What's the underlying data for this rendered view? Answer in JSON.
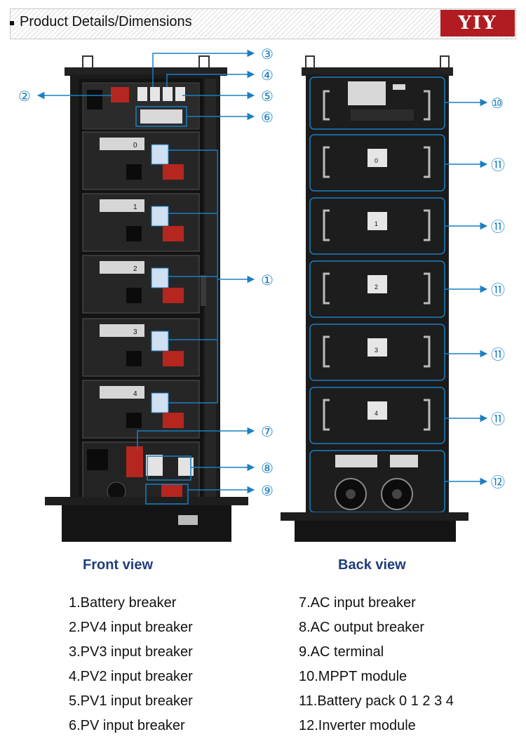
{
  "header": {
    "title": "Product Details/Dimensions",
    "logo_text": "YIY"
  },
  "front": {
    "label": "Front view",
    "module_numbers": [
      "0",
      "1",
      "2",
      "3",
      "4"
    ]
  },
  "back": {
    "label": "Back view",
    "module_numbers": [
      "0",
      "1",
      "2",
      "3",
      "4"
    ]
  },
  "callouts": {
    "front": [
      "③",
      "④",
      "②",
      "⑤",
      "⑥",
      "①",
      "⑦",
      "⑧",
      "⑨"
    ],
    "back": [
      "⑩",
      "⑪",
      "⑪",
      "⑪",
      "⑪",
      "⑪",
      "⑫"
    ]
  },
  "legend": {
    "left": [
      "1.Battery breaker",
      "2.PV4 input breaker",
      "3.PV3 input breaker",
      "4.PV2 input breaker",
      "5.PV1 input breaker",
      "6.PV input breaker"
    ],
    "right": [
      "7.AC input breaker",
      "8.AC output breaker",
      "9.AC terminal",
      "10.MPPT module",
      "11.Battery pack 0 1 2 3 4",
      "12.Inverter module"
    ]
  },
  "colors": {
    "callout": "#1a7fc1",
    "logo_bg": "#b01c22",
    "label_blue": "#1f3d7a",
    "cabinet": "#1b1b1b",
    "red_terminal": "#b5261e"
  }
}
